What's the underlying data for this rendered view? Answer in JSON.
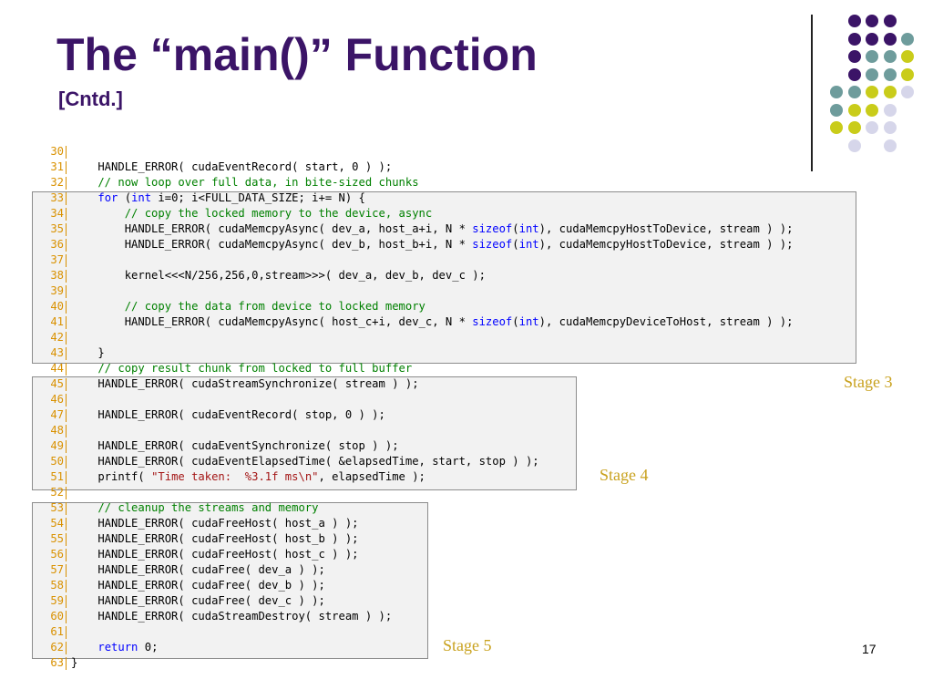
{
  "slide": {
    "title": "The “main()” Function",
    "subtitle": "[Cntd.]",
    "page_number": "17"
  },
  "stages": {
    "stage3": "Stage 3",
    "stage4": "Stage 4",
    "stage5": "Stage 5"
  },
  "colors": {
    "title": "#3b1467",
    "purple": "#3b1467",
    "teal": "#6e9c9c",
    "yellow": "#c9cc1a",
    "lavender": "#d6d6ea",
    "line_numbers": "#d99100",
    "keyword": "#0000ff",
    "comment": "#008000",
    "string": "#a31515",
    "stage_label": "#c9a21f"
  },
  "code": [
    {
      "n": "30",
      "segs": []
    },
    {
      "n": "31",
      "segs": [
        {
          "t": "    HANDLE_ERROR( cudaEventRecord( start, 0 ) );"
        }
      ]
    },
    {
      "n": "32",
      "segs": [
        {
          "t": "    // now loop over full data, in bite-sized chunks",
          "c": "cm"
        }
      ]
    },
    {
      "n": "33",
      "segs": [
        {
          "t": "    "
        },
        {
          "t": "for",
          "c": "kw"
        },
        {
          "t": " ("
        },
        {
          "t": "int",
          "c": "kw"
        },
        {
          "t": " i=0; i<FULL_DATA_SIZE; i+= N) {"
        }
      ]
    },
    {
      "n": "34",
      "segs": [
        {
          "t": "        // copy the locked memory to the device, async",
          "c": "cm"
        }
      ]
    },
    {
      "n": "35",
      "segs": [
        {
          "t": "        HANDLE_ERROR( cudaMemcpyAsync( dev_a, host_a+i, N * "
        },
        {
          "t": "sizeof",
          "c": "kw"
        },
        {
          "t": "("
        },
        {
          "t": "int",
          "c": "kw"
        },
        {
          "t": "), cudaMemcpyHostToDevice, stream ) );"
        }
      ]
    },
    {
      "n": "36",
      "segs": [
        {
          "t": "        HANDLE_ERROR( cudaMemcpyAsync( dev_b, host_b+i, N * "
        },
        {
          "t": "sizeof",
          "c": "kw"
        },
        {
          "t": "("
        },
        {
          "t": "int",
          "c": "kw"
        },
        {
          "t": "), cudaMemcpyHostToDevice, stream ) );"
        }
      ]
    },
    {
      "n": "37",
      "segs": []
    },
    {
      "n": "38",
      "segs": [
        {
          "t": "        kernel<<<N/256,256,0,stream>>>( dev_a, dev_b, dev_c );"
        }
      ]
    },
    {
      "n": "39",
      "segs": []
    },
    {
      "n": "40",
      "segs": [
        {
          "t": "        // copy the data from device to locked memory",
          "c": "cm"
        }
      ]
    },
    {
      "n": "41",
      "segs": [
        {
          "t": "        HANDLE_ERROR( cudaMemcpyAsync( host_c+i, dev_c, N * "
        },
        {
          "t": "sizeof",
          "c": "kw"
        },
        {
          "t": "("
        },
        {
          "t": "int",
          "c": "kw"
        },
        {
          "t": "), cudaMemcpyDeviceToHost, stream ) );"
        }
      ]
    },
    {
      "n": "42",
      "segs": []
    },
    {
      "n": "43",
      "segs": [
        {
          "t": "    }"
        }
      ]
    },
    {
      "n": "44",
      "segs": [
        {
          "t": "    // copy result chunk from locked to full buffer",
          "c": "cm"
        }
      ]
    },
    {
      "n": "45",
      "segs": [
        {
          "t": "    HANDLE_ERROR( cudaStreamSynchronize( stream ) );"
        }
      ]
    },
    {
      "n": "46",
      "segs": []
    },
    {
      "n": "47",
      "segs": [
        {
          "t": "    HANDLE_ERROR( cudaEventRecord( stop, 0 ) );"
        }
      ]
    },
    {
      "n": "48",
      "segs": []
    },
    {
      "n": "49",
      "segs": [
        {
          "t": "    HANDLE_ERROR( cudaEventSynchronize( stop ) );"
        }
      ]
    },
    {
      "n": "50",
      "segs": [
        {
          "t": "    HANDLE_ERROR( cudaEventElapsedTime( &elapsedTime, start, stop ) );"
        }
      ]
    },
    {
      "n": "51",
      "segs": [
        {
          "t": "    printf( "
        },
        {
          "t": "\"Time taken:  %3.1f ms\\n\"",
          "c": "st"
        },
        {
          "t": ", elapsedTime );"
        }
      ]
    },
    {
      "n": "52",
      "segs": []
    },
    {
      "n": "53",
      "segs": [
        {
          "t": "    // cleanup the streams and memory",
          "c": "cm"
        }
      ]
    },
    {
      "n": "54",
      "segs": [
        {
          "t": "    HANDLE_ERROR( cudaFreeHost( host_a ) );"
        }
      ]
    },
    {
      "n": "55",
      "segs": [
        {
          "t": "    HANDLE_ERROR( cudaFreeHost( host_b ) );"
        }
      ]
    },
    {
      "n": "56",
      "segs": [
        {
          "t": "    HANDLE_ERROR( cudaFreeHost( host_c ) );"
        }
      ]
    },
    {
      "n": "57",
      "segs": [
        {
          "t": "    HANDLE_ERROR( cudaFree( dev_a ) );"
        }
      ]
    },
    {
      "n": "58",
      "segs": [
        {
          "t": "    HANDLE_ERROR( cudaFree( dev_b ) );"
        }
      ]
    },
    {
      "n": "59",
      "segs": [
        {
          "t": "    HANDLE_ERROR( cudaFree( dev_c ) );"
        }
      ]
    },
    {
      "n": "60",
      "segs": [
        {
          "t": "    HANDLE_ERROR( cudaStreamDestroy( stream ) );"
        }
      ]
    },
    {
      "n": "61",
      "segs": []
    },
    {
      "n": "62",
      "segs": [
        {
          "t": "    "
        },
        {
          "t": "return",
          "c": "kw"
        },
        {
          "t": " 0;"
        }
      ]
    },
    {
      "n": "63",
      "segs": [
        {
          "t": "}"
        }
      ]
    }
  ]
}
